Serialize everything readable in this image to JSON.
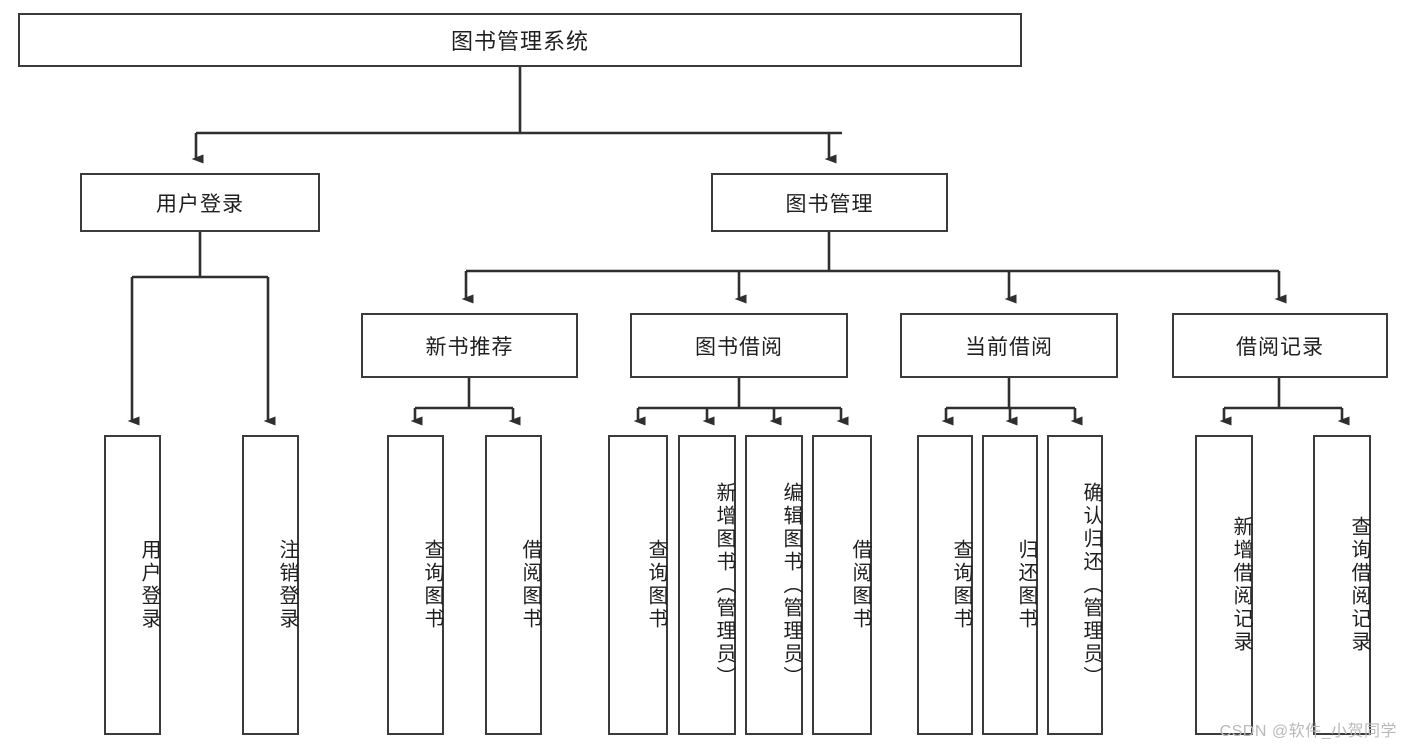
{
  "diagram": {
    "title": "图书管理系统",
    "type": "tree-hierarchy",
    "theme": {
      "box_border": "#3b3b3b",
      "box_fill": "#ffffff",
      "line": "#2f2f2f",
      "text": "#1f1f1f",
      "watermark": "#b9b9b9"
    },
    "root": {
      "label": "图书管理系统"
    },
    "level2": [
      {
        "label": "用户登录"
      },
      {
        "label": "图书管理"
      }
    ],
    "level3": [
      {
        "label": "新书推荐"
      },
      {
        "label": "图书借阅"
      },
      {
        "label": "当前借阅"
      },
      {
        "label": "借阅记录"
      }
    ],
    "leaves": {
      "user_login": [
        {
          "label": "用户登录"
        },
        {
          "label": "注销登录"
        }
      ],
      "new_book": [
        {
          "label": "查询图书"
        },
        {
          "label": "借阅图书"
        }
      ],
      "book_borrow": [
        {
          "label": "查询图书"
        },
        {
          "label": "新增图书（管理员）"
        },
        {
          "label": "编辑图书（管理员）"
        },
        {
          "label": "借阅图书"
        }
      ],
      "current_borrow": [
        {
          "label": "查询图书"
        },
        {
          "label": "归还图书"
        },
        {
          "label": "确认归还（管理员）"
        }
      ],
      "borrow_record": [
        {
          "label": "新增借阅记录"
        },
        {
          "label": "查询借阅记录"
        }
      ]
    }
  },
  "watermark": {
    "text": "CSDN @软件_小贺同学"
  }
}
